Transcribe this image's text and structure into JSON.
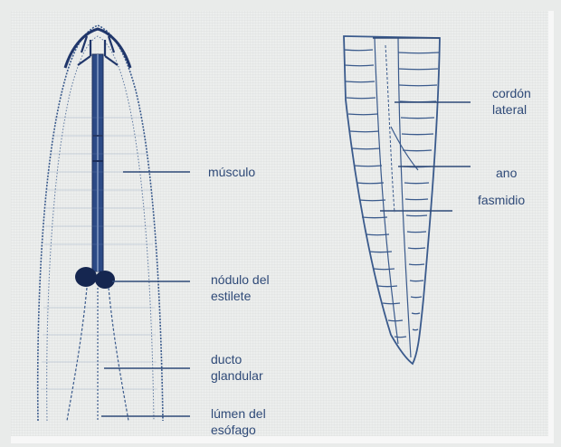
{
  "labels": {
    "musculo": [
      "músculo"
    ],
    "nodulo": [
      "nódulo del",
      "estilete"
    ],
    "ducto": [
      "ducto",
      "glandular"
    ],
    "lumen": [
      "lúmen del",
      "esófago"
    ],
    "cordon": [
      "cordón",
      "lateral"
    ],
    "ano": [
      "ano"
    ],
    "fasmidio": [
      "fasmidio"
    ]
  },
  "colors": {
    "ink": "#2f4a78",
    "stylet": "#1b2d5a",
    "background": "#eceeed"
  }
}
